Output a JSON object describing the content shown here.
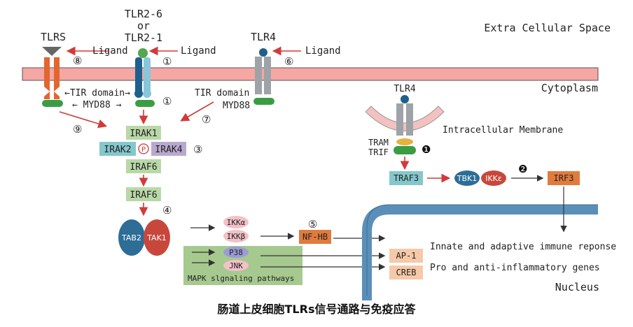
{
  "regions": {
    "extra": "Extra Cellular Space",
    "cyto": "Cytoplasm",
    "intra": "Intracellular Membrane",
    "nucleus": "Nucleus"
  },
  "receptors": {
    "tlrs": "TLRS",
    "tlr26_a": "TLR2-6",
    "tlr26_or": "or",
    "tlr26_b": "TLR2-1",
    "tlr4": "TLR4",
    "tlr4_inner": "TLR4"
  },
  "ligand": "Ligand",
  "tir_left": "←TIR domain→",
  "myd_left": "← MYD88 →",
  "tir_right": "TIR domain",
  "myd_right": "MYD88",
  "tram": "TRAM",
  "trif": "TRIF",
  "circled": {
    "c1": "①",
    "c2": "①",
    "c3": "③",
    "c4": "④",
    "c5": "⑤",
    "c6": "⑥",
    "c7": "⑦",
    "c8": "⑧",
    "c9": "⑨",
    "b1": "❶",
    "b2": "❷"
  },
  "boxes": {
    "irak1": "IRAK1",
    "irak2": "IRAK2",
    "p": "P",
    "irak4": "IRAK4",
    "irak6a": "IRAF6",
    "irak6b": "IRAF6",
    "tab2": "TAB2",
    "tak1": "TAK1",
    "ikka": "IKKα",
    "ikkb": "IKKβ",
    "nfhb": "NF-HB",
    "p38": "P38",
    "jnk": "JNK",
    "mapk": "MAPK slgnaling pathways",
    "traf3": "TRAF3",
    "tbk1": "TBK1",
    "ikke": "IKKε",
    "irf3": "IRF3",
    "ap1": "AP-1",
    "creb": "CREB"
  },
  "outcomes": {
    "immune": "Innate and adaptive immune reponse",
    "genes": "Pro and anti-inflammatory genes"
  },
  "caption": "肠道上皮细胞TLRs信号通路与免疫应答",
  "colors": {
    "membrane": "#f4a7a3",
    "arrow_red": "#d23a3a",
    "green_box": "#b9d8a8",
    "teal_box": "#84c7cc",
    "purple_box": "#b9a9cf",
    "orange_box": "#e07b3d",
    "peach_box": "#f6c9a8",
    "nucleus": "#7aa6c9",
    "mapk_bg": "#a6c98f"
  }
}
